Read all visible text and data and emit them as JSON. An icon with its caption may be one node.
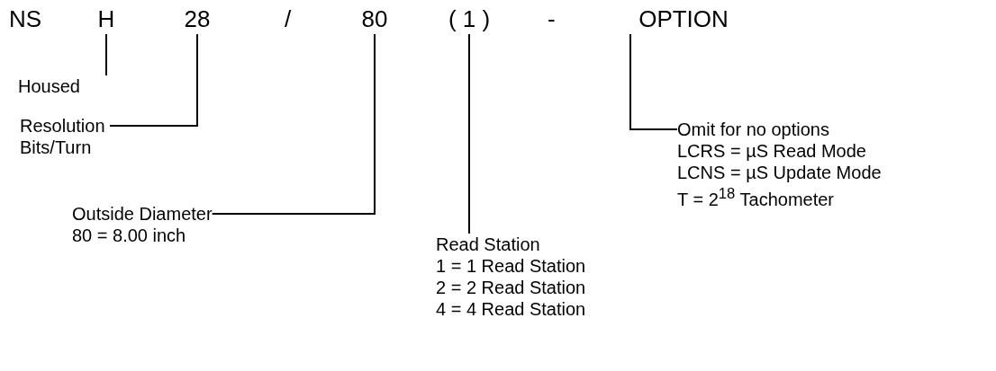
{
  "diagram": {
    "nodes": [
      {
        "text": [
          "H"
        ]
      },
      {
        "text": [
          "28"
        ]
      },
      {
        "text": [
          "80"
        ]
      },
      {
        "text": [
          "( 1 )"
        ]
      },
      {
        "text": [
          "OPTION"
        ]
      },
      {
        "text": [
          "Housed"
        ]
      },
      {
        "text": [
          "Resolution Bits/Turn"
        ]
      },
      {
        "text": [
          "Outside Diameter",
          "80 = 8.00 inch"
        ]
      },
      {
        "text": [
          "Read Station",
          "1 = 1 Read Station",
          "2 = 2 Read Station",
          "4 = 4 Read Station"
        ]
      },
      {
        "text": [
          "Omit for no options",
          "LCRS = µS Read Mode",
          "LCNS = µS Update Mode",
          "T = 2$^{18}$ Tachometer"
        ]
      }
    ],
    "edges": [
      {
        "from": 0,
        "to": 5,
        "arrow": "none"
      },
      {
        "from": 1,
        "to": 6,
        "arrow": "none"
      },
      {
        "from": 2,
        "to": 7,
        "arrow": "none"
      },
      {
        "from": 3,
        "to": 8,
        "arrow": "none"
      },
      {
        "from": 4,
        "to": 9,
        "arrow": "none"
      }
    ],
    "labels": [
      "NS",
      "/",
      "-"
    ]
  }
}
